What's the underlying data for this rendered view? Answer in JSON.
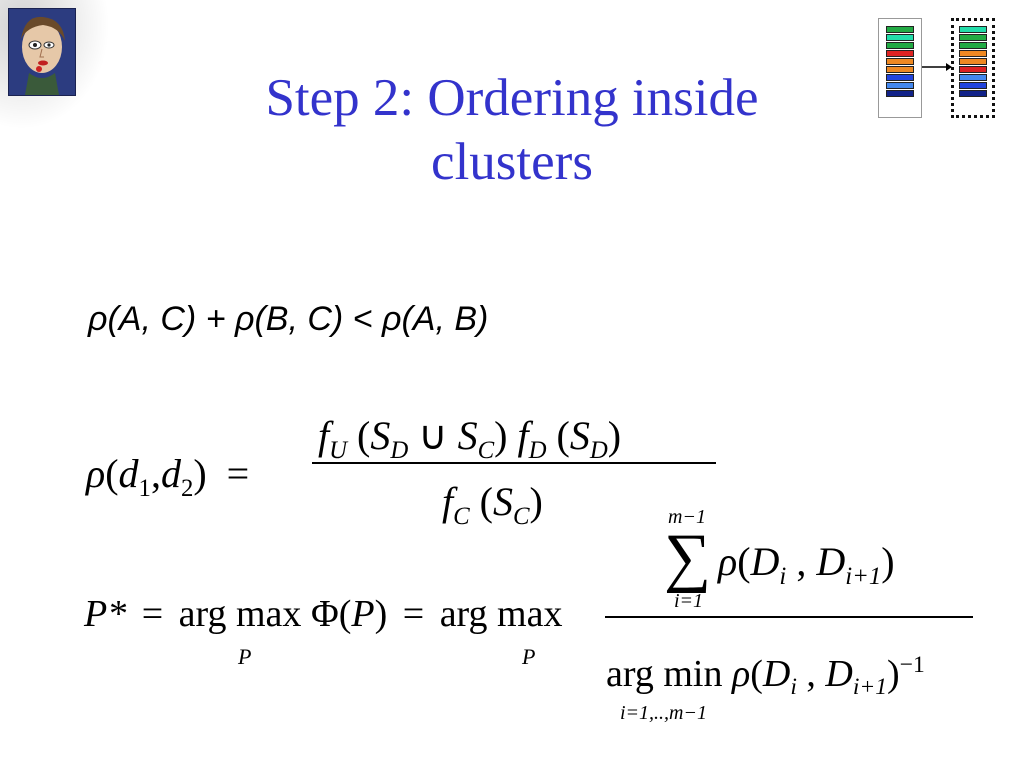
{
  "slide": {
    "title_line1": "Step 2: Ordering inside",
    "title_line2": "clusters",
    "inequality": "ρ(A, C) + ρ(B, C) < ρ(A, B)",
    "accent_color": "#3333cc"
  },
  "formula1": {
    "lhs_rho": "ρ",
    "lhs_args_open": "(",
    "lhs_d": "d",
    "lhs_sub1": "1",
    "lhs_comma": ",",
    "lhs_sub2": "2",
    "lhs_close": ")",
    "equals": "=",
    "num_f": "f",
    "num_U": "U",
    "num_S": "S",
    "num_D": "D",
    "num_cup": "∪",
    "num_C": "C",
    "den_f": "f",
    "den_C": "C",
    "den_S": "S"
  },
  "formula2": {
    "P_star": "P*",
    "equals": "=",
    "arg": "arg",
    "max": "max",
    "sub_P": "P",
    "Phi": "Φ",
    "P": "P",
    "sum_top": "m−1",
    "sum_bottom": "i=1",
    "sigma": "∑",
    "rho": "ρ",
    "D": "D",
    "i": "i",
    "i_plus_1": "i+1",
    "min": "min",
    "min_sub": "i=1,..,m−1",
    "exp_neg1": "−1"
  },
  "stacks": {
    "left_colors": [
      "#22aa44",
      "#22ddaa",
      "#22aa44",
      "#dd2222",
      "#ee8822",
      "#ee8822",
      "#2244dd",
      "#4488ee",
      "#112288"
    ],
    "right_colors": [
      "#22ddaa",
      "#22aa44",
      "#22aa44",
      "#ee8822",
      "#ee8822",
      "#dd2222",
      "#4488ee",
      "#2244dd",
      "#112288"
    ]
  }
}
